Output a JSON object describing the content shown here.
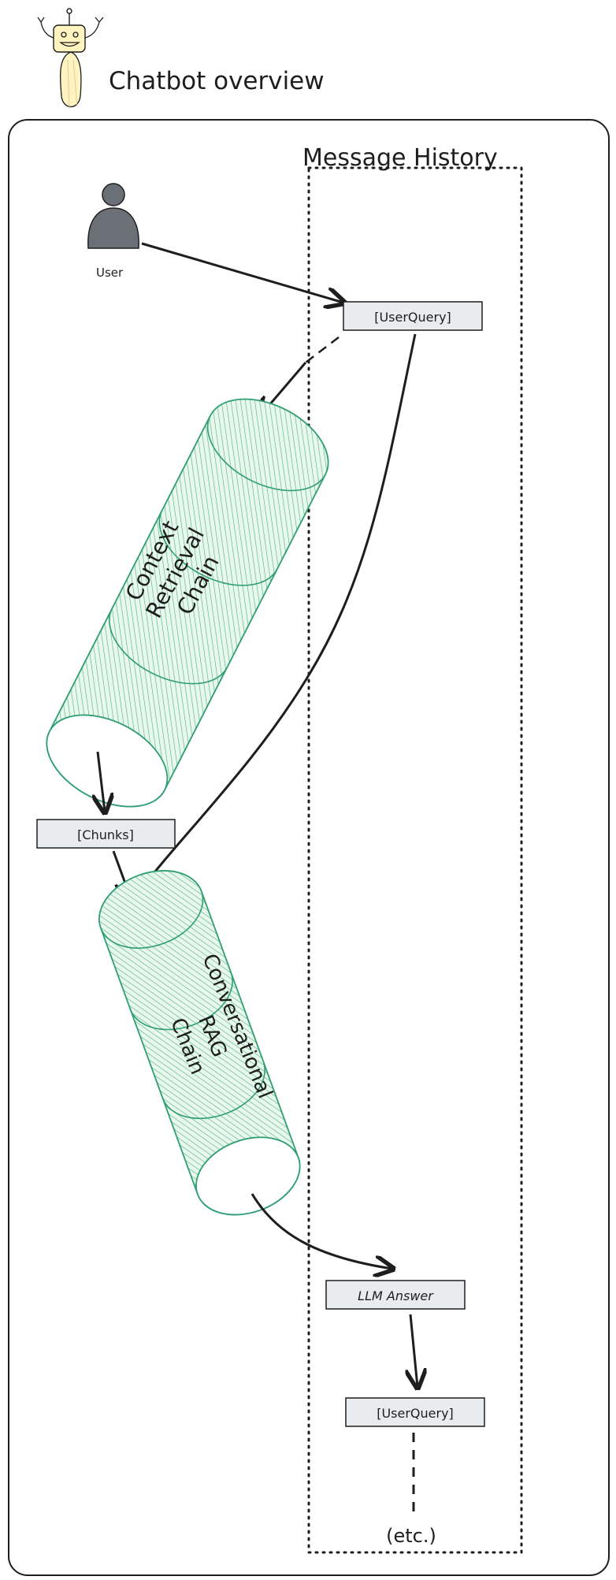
{
  "title": "Chatbot overview",
  "message_history": {
    "label": "Message History",
    "items": [
      "[UserQuery]",
      "LLM Answer",
      "[UserQuery]",
      "(etc.)"
    ]
  },
  "user": {
    "label": "User"
  },
  "context_chain": {
    "lines": [
      "Context",
      "Retrieval",
      "Chain"
    ]
  },
  "chunks": {
    "label": "[Chunks]"
  },
  "rag_chain": {
    "lines": [
      "Conversational",
      "RAG",
      "Chain"
    ]
  },
  "colors": {
    "stroke": "#1e1e1e",
    "chain_fill": "#b2f2bb",
    "chain_stroke": "#2f9e73",
    "box_fill": "#e9ecef",
    "user_fill": "#6b7077",
    "robot_fill": "#fff3bf"
  },
  "icons": [
    "robot-icon",
    "user-icon"
  ]
}
